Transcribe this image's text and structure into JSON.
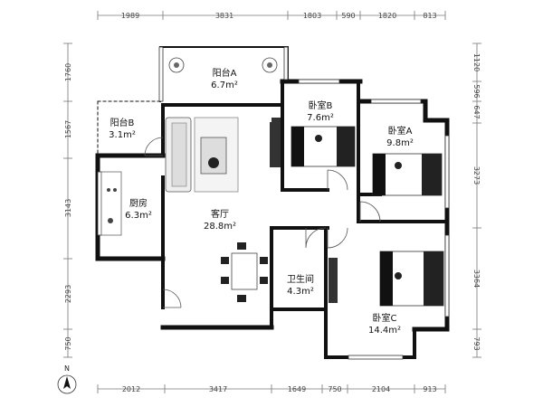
{
  "dimensions": {
    "top": [
      "1989",
      "3831",
      "1803",
      "590",
      "1820",
      "813"
    ],
    "bottom": [
      "2012",
      "3417",
      "1649",
      "750",
      "2104",
      "913"
    ],
    "left": [
      "1760",
      "1567",
      "3143",
      "2293",
      "750"
    ],
    "right": [
      "1120",
      "596",
      "647",
      "3273",
      "3364",
      "793"
    ]
  },
  "rooms": {
    "balcony_a": {
      "name": "阳台A",
      "area": "6.7m²"
    },
    "balcony_b": {
      "name": "阳台B",
      "area": "3.1m²"
    },
    "bedroom_b": {
      "name": "卧室B",
      "area": "7.6m²"
    },
    "bedroom_a": {
      "name": "卧室A",
      "area": "9.8m²"
    },
    "kitchen": {
      "name": "厨房",
      "area": "6.3m²"
    },
    "living": {
      "name": "客厅",
      "area": "28.8m²"
    },
    "bathroom": {
      "name": "卫生间",
      "area": "4.3m²"
    },
    "bedroom_c": {
      "name": "卧室C",
      "area": "14.4m²"
    }
  },
  "compass": {
    "label": "N"
  },
  "colors": {
    "wall": "#111111",
    "dim_line": "#777777",
    "furniture": "#555555"
  }
}
